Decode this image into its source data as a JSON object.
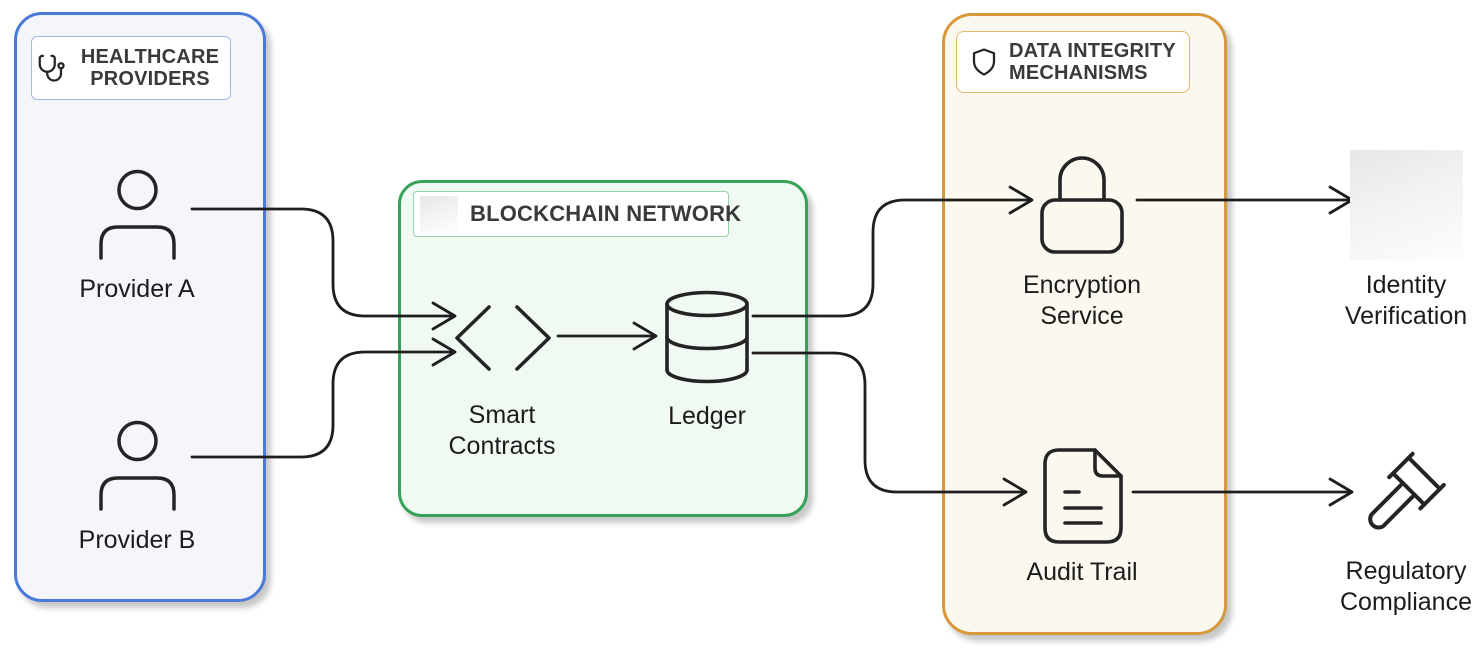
{
  "diagram": {
    "groups": {
      "healthcare": {
        "label": "HEALTHCARE PROVIDERS",
        "border_color": "#4b79d8",
        "fill_color": "#f4f6fb",
        "icon": "stethoscope-icon"
      },
      "blockchain": {
        "label": "BLOCKCHAIN NETWORK",
        "border_color": "#36a257",
        "fill_color": "#f0faf2",
        "icon": "faded-image-placeholder"
      },
      "integrity": {
        "label": "DATA INTEGRITY MECHANISMS",
        "border_color": "#d8983c",
        "fill_color": "#fbf8ef",
        "icon": "shield-icon"
      }
    },
    "nodes": {
      "provider_a": {
        "label": "Provider A",
        "icon": "user-icon",
        "group": "HEALTHCARE PROVIDERS"
      },
      "provider_b": {
        "label": "Provider B",
        "icon": "user-icon",
        "group": "HEALTHCARE PROVIDERS"
      },
      "smart_contracts": {
        "label": "Smart Contracts",
        "icon": "code-brackets-icon",
        "group": "BLOCKCHAIN NETWORK"
      },
      "ledger": {
        "label": "Ledger",
        "icon": "database-icon",
        "group": "BLOCKCHAIN NETWORK"
      },
      "encryption_service": {
        "label": "Encryption Service",
        "icon": "lock-icon",
        "group": "DATA INTEGRITY MECHANISMS"
      },
      "audit_trail": {
        "label": "Audit Trail",
        "icon": "document-icon",
        "group": "DATA INTEGRITY MECHANISMS"
      },
      "identity_verification": {
        "label": "Identity Verification",
        "icon": "faded-image-placeholder"
      },
      "regulatory_compliance": {
        "label": "Regulatory Compliance",
        "icon": "gavel-icon"
      }
    },
    "edges": [
      {
        "from": "Provider A",
        "to": "Smart Contracts"
      },
      {
        "from": "Provider B",
        "to": "Smart Contracts"
      },
      {
        "from": "Smart Contracts",
        "to": "Ledger"
      },
      {
        "from": "Ledger",
        "to": "Encryption Service"
      },
      {
        "from": "Ledger",
        "to": "Audit Trail"
      },
      {
        "from": "Encryption Service",
        "to": "Identity Verification"
      },
      {
        "from": "Audit Trail",
        "to": "Regulatory Compliance"
      }
    ],
    "colors": {
      "arrow_stroke": "#1e1e1e",
      "text": "#1c1c1c",
      "header_text": "#3a3a3a"
    }
  }
}
